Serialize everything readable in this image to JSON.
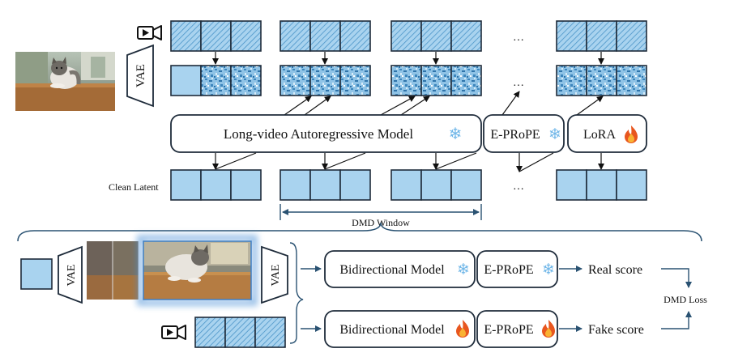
{
  "labels": {
    "long_video_model": "Long-video Autoregressive Model",
    "eprope": "E-PRoPE",
    "lora": "LoRA",
    "clean_latent": "Clean Latent",
    "dmd_window": "DMD Window",
    "vae": "VAE",
    "ellipsis": "…",
    "bidirectional_model": "Bidirectional Model",
    "real_score": "Real score",
    "fake_score": "Fake score",
    "dmd_loss": "DMD Loss"
  },
  "icons": {
    "snowflake": "❄",
    "fire": "🔥"
  },
  "colors": {
    "latent_blue": "#a9d3ef",
    "hatch": "#4a94c8",
    "noise_dark": "#3d86bd",
    "box_border": "#1e2b3a",
    "bracket": "#2a5272",
    "arrow": "#111111",
    "highlight_glow": "#4a8fd6"
  }
}
